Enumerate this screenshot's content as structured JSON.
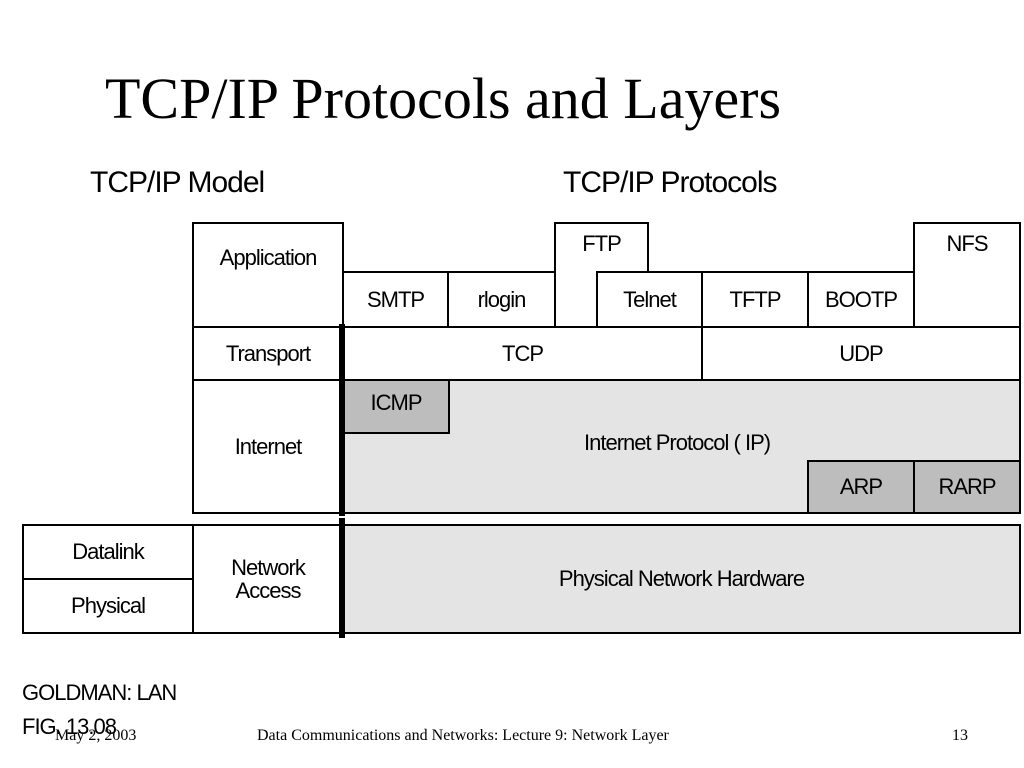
{
  "title": "TCP/IP Protocols and Layers",
  "headers": {
    "model": "TCP/IP Model",
    "protocols": "TCP/IP Protocols"
  },
  "model_layers": {
    "application": "Application",
    "transport": "Transport",
    "internet": "Internet",
    "network_access_line1": "Network",
    "network_access_line2": "Access",
    "datalink": "Datalink",
    "physical": "Physical"
  },
  "protocols": {
    "ftp": "FTP",
    "nfs": "NFS",
    "smtp": "SMTP",
    "rlogin": "rlogin",
    "telnet": "Telnet",
    "tftp": "TFTP",
    "bootp": "BOOTP",
    "tcp": "TCP",
    "udp": "UDP",
    "icmp": "ICMP",
    "ip": "Internet Protocol ( IP)",
    "arp": "ARP",
    "rarp": "RARP",
    "hardware": "Physical Network Hardware"
  },
  "caption": {
    "line1": "GOLDMAN: LAN",
    "line2": "FIG. 13.08"
  },
  "footer": {
    "date": "May 2, 2003",
    "course": "Data Communications and Networks: Lecture 9: Network Layer",
    "page": "13"
  }
}
